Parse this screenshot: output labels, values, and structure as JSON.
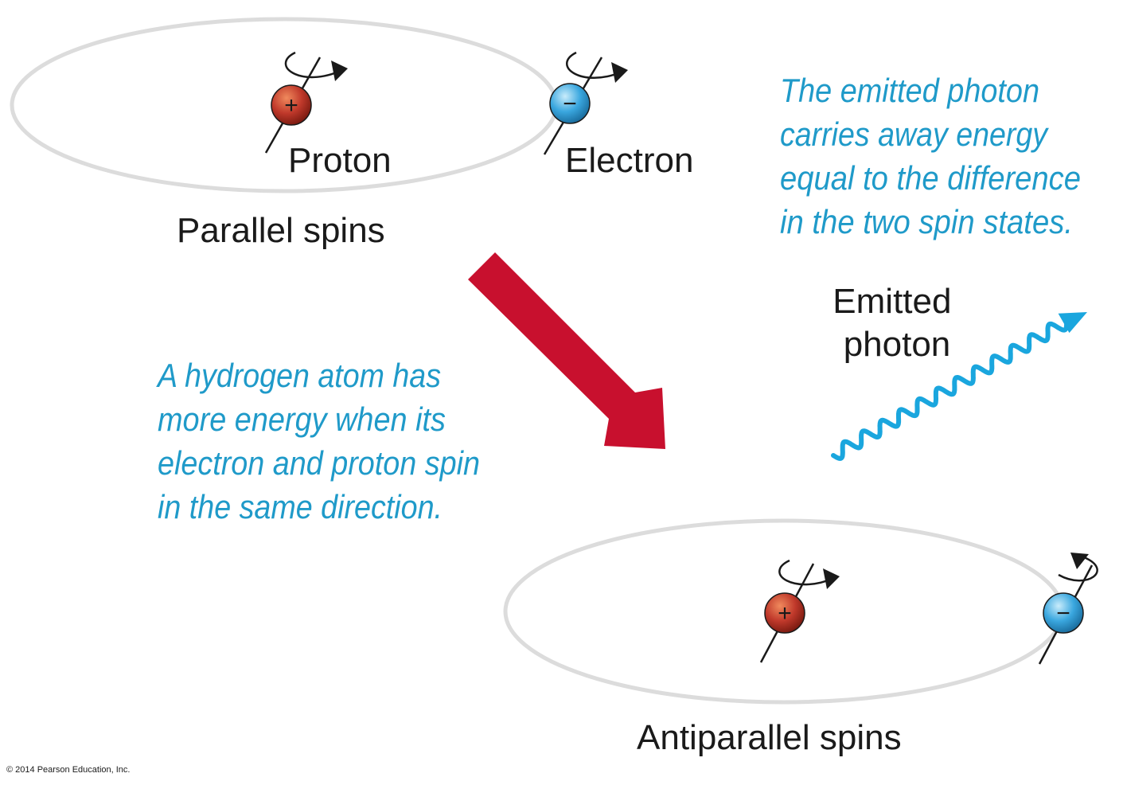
{
  "labels": {
    "proton": "Proton",
    "electron": "Electron",
    "parallel_spins": "Parallel spins",
    "antiparallel_spins": "Antiparallel spins",
    "emitted_photon": [
      "Emitted",
      "photon"
    ]
  },
  "notes": {
    "photon_energy": [
      "The emitted photon",
      "carries away energy",
      "equal to the difference",
      "in the two spin states."
    ],
    "hydrogen_energy": [
      "A hydrogen atom has",
      "more energy when its",
      "electron and proton spin",
      "in the same direction."
    ]
  },
  "symbols": {
    "plus": "+",
    "minus": "−"
  },
  "copyright": "© 2014 Pearson Education, Inc.",
  "colors": {
    "orbit": "#dcdcdc",
    "proton": "#c0392b",
    "electron": "#3aa7df",
    "arrow": "#c8102e",
    "note_text": "#1f9ac9",
    "photon": "#1aa6de"
  }
}
